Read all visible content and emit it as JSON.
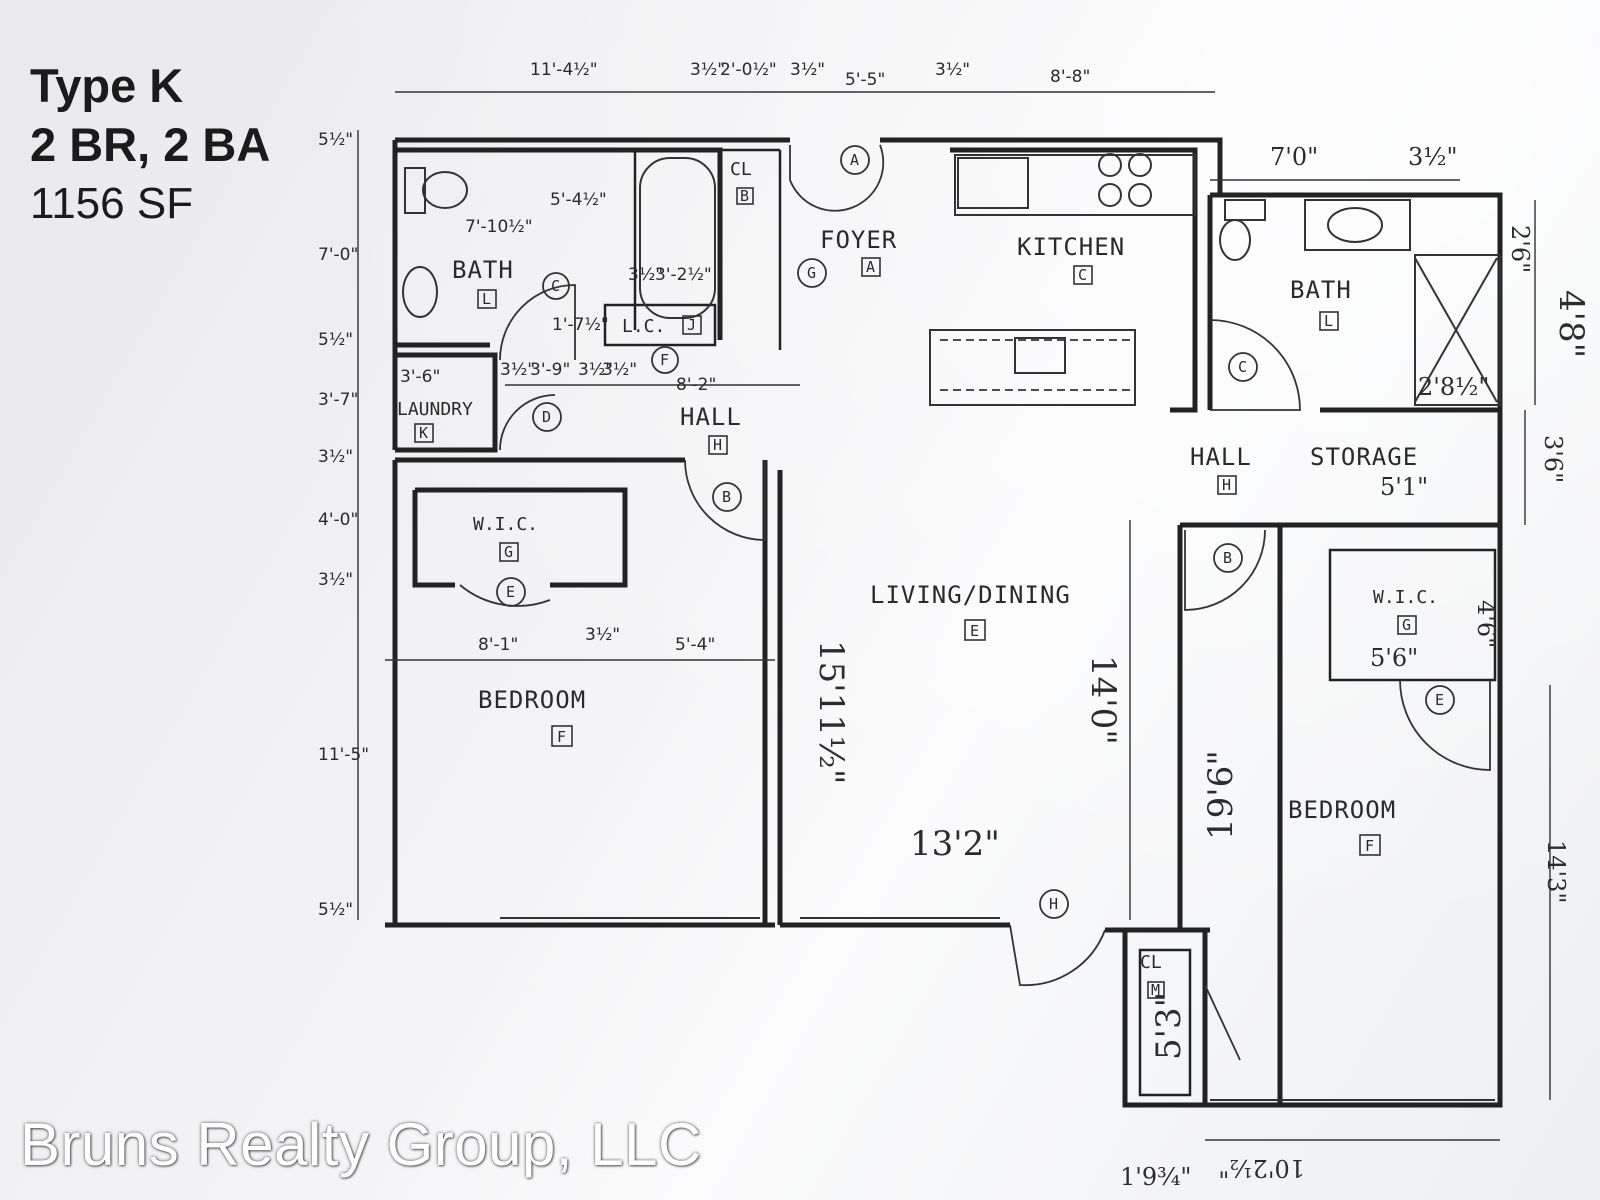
{
  "header": {
    "type": "Type K",
    "beds_baths": "2 BR, 2 BA",
    "area": "1156 SF"
  },
  "watermark": "Bruns Realty Group, LLC",
  "rooms": {
    "bath_left": {
      "name": "BATH",
      "code": "L",
      "door": "C"
    },
    "laundry": {
      "name": "LAUNDRY",
      "code": "K"
    },
    "linen_closet": {
      "name": "L.C.",
      "code": "J",
      "door": "F"
    },
    "closet_top": {
      "name": "CL",
      "code": "B"
    },
    "foyer": {
      "name": "FOYER",
      "code": "A",
      "door": "A",
      "door_g": "G"
    },
    "kitchen": {
      "name": "KITCHEN",
      "code": "C"
    },
    "bath_right": {
      "name": "BATH",
      "code": "L",
      "door": "C"
    },
    "hall_left": {
      "name": "HALL",
      "code": "H",
      "door_d": "D",
      "door_b": "B"
    },
    "hall_right": {
      "name": "HALL",
      "code": "H"
    },
    "storage": {
      "name": "STORAGE"
    },
    "wic_left": {
      "name": "W.I.C.",
      "code": "G",
      "door": "E"
    },
    "wic_right": {
      "name": "W.I.C.",
      "code": "G",
      "door": "E"
    },
    "living": {
      "name": "LIVING/DINING",
      "code": "E"
    },
    "bedroom_left": {
      "name": "BEDROOM",
      "code": "F"
    },
    "bedroom_right": {
      "name": "BEDROOM",
      "code": "F",
      "door": "B"
    },
    "closet_bottom": {
      "name": "CL",
      "code": "M"
    },
    "patio_door": {
      "code": "H"
    }
  },
  "dimensions_printed": {
    "top_1": "11'-4½\"",
    "top_2": "3½\"",
    "top_3": "2'-0½\"",
    "top_4": "3½\"",
    "top_5": "5'-5\"",
    "top_6": "3½\"",
    "top_7": "8'-8\"",
    "left_1": "5½\"",
    "left_2": "7'-0\"",
    "left_3": "5½\"",
    "left_4": "3'-7\"",
    "left_5": "3½\"",
    "left_6": "4'-0\"",
    "left_7": "3½\"",
    "left_8": "11'-5\"",
    "left_9": "5½\"",
    "bath_w": "7'-10½\"",
    "bath_h": "5'-4½\"",
    "tub_w": "3'-2½\"",
    "tub_s": "3½\"",
    "lc_h": "1'-7½\"",
    "laundry_w": "3'-6\"",
    "laundry_d": "3'-9\"",
    "laundry_s1": "3½\"",
    "laundry_s2": "3½\"",
    "laundry_s3": "3½\"",
    "hall_w": "8'-2\"",
    "bed_w1": "8'-1\"",
    "bed_s": "3½\"",
    "bed_w2": "5'-4\""
  },
  "dimensions_handwritten": {
    "bath_r_w": "7'0\"",
    "bath_r_s": "3½\"",
    "vanity": "2'6\"",
    "bath_r_h": "4'8\"",
    "shower": "2'8½\"",
    "storage_h": "3'6\"",
    "storage_w": "5'1\"",
    "living_h": "15'11½\"",
    "living_w": "13'2\"",
    "living_d": "14'0\"",
    "hall_len": "19'6\"",
    "wic_r": "4'6\"",
    "wic_r_w": "5'6\"",
    "bed_r_h": "14'3\"",
    "cl_h": "5'3\"",
    "bottom_w": "10'2½\"",
    "bottom_s": "1'9¾\""
  }
}
